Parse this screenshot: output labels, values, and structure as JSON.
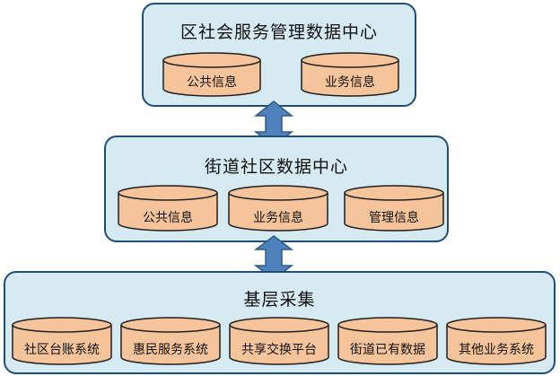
{
  "colors": {
    "panel_fill": "#d6eaf2",
    "panel_border": "#1f4e79",
    "cylinder_fill": "#f6c49a",
    "cylinder_stroke": "#1f1f1f",
    "arrow_fill": "#4f81bd",
    "arrow_stroke": "#2e5b8a"
  },
  "district_center": {
    "title": "区社会服务管理数据中心",
    "databases": [
      {
        "label": "公共信息"
      },
      {
        "label": "业务信息"
      }
    ]
  },
  "street_center": {
    "title": "街道社区数据中心",
    "databases": [
      {
        "label": "公共信息"
      },
      {
        "label": "业务信息"
      },
      {
        "label": "管理信息"
      }
    ]
  },
  "collection": {
    "title": "基层采集",
    "systems": [
      {
        "label": "社区台账系统"
      },
      {
        "label": "惠民服务系统"
      },
      {
        "label": "共享交换平台"
      },
      {
        "label": "街道已有数据"
      },
      {
        "label": "其他业务系统"
      }
    ]
  },
  "connectors": [
    {
      "icon": "double-arrow-icon"
    },
    {
      "icon": "double-arrow-icon"
    }
  ]
}
